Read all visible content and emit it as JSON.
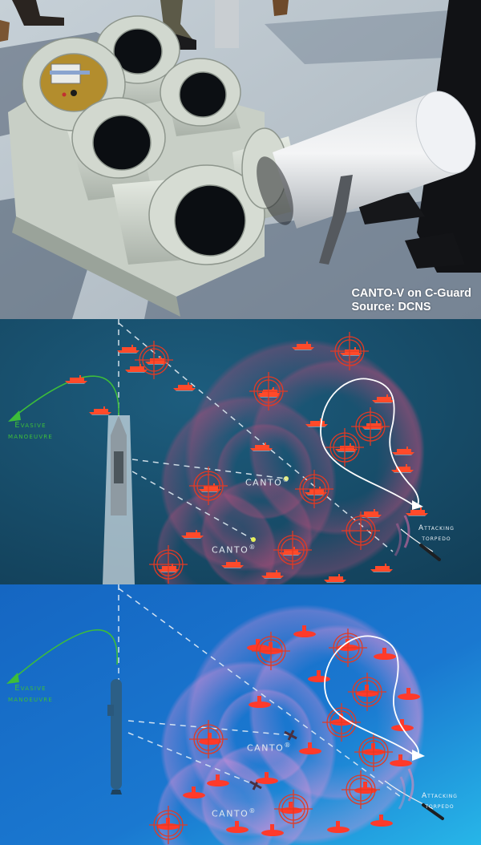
{
  "photo": {
    "caption_line1": "CANTO-V on C-Guard",
    "caption_line2": "Source: DCNS",
    "colors": {
      "deck": "#b9c3cb",
      "launcher": "#d9dfd6",
      "canister": "#c8cdd2",
      "bore": "#0d1014",
      "caption": "#ffffff"
    }
  },
  "surface_scenario": {
    "platform": "surface-ship",
    "evasive_label_word1": "Evasive",
    "evasive_label_word2": "manoeuvre",
    "decoy_labels": [
      "CANTO",
      "CANTO"
    ],
    "registered_mark": "®",
    "threat_label_word1": "Attacking",
    "threat_label_word2": "torpedo",
    "colors": {
      "sea": "#164f6c",
      "decoy": "#ff4a2a",
      "evasive": "#3dbd3a",
      "rings": "#b64d7a",
      "path": "#ffffff"
    }
  },
  "subsurface_scenario": {
    "platform": "submarine",
    "evasive_label_word1": "Evasive",
    "evasive_label_word2": "manoeuvre",
    "decoy_labels": [
      "CANTO",
      "CANTO"
    ],
    "registered_mark": "®",
    "threat_label_word1": "Attacking",
    "threat_label_word2": "torpedo",
    "colors": {
      "sea": "#1769c4",
      "decoy": "#ff3a2a",
      "evasive": "#3dbd3a",
      "rings": "#d58bd9",
      "path": "#ffffff"
    }
  }
}
